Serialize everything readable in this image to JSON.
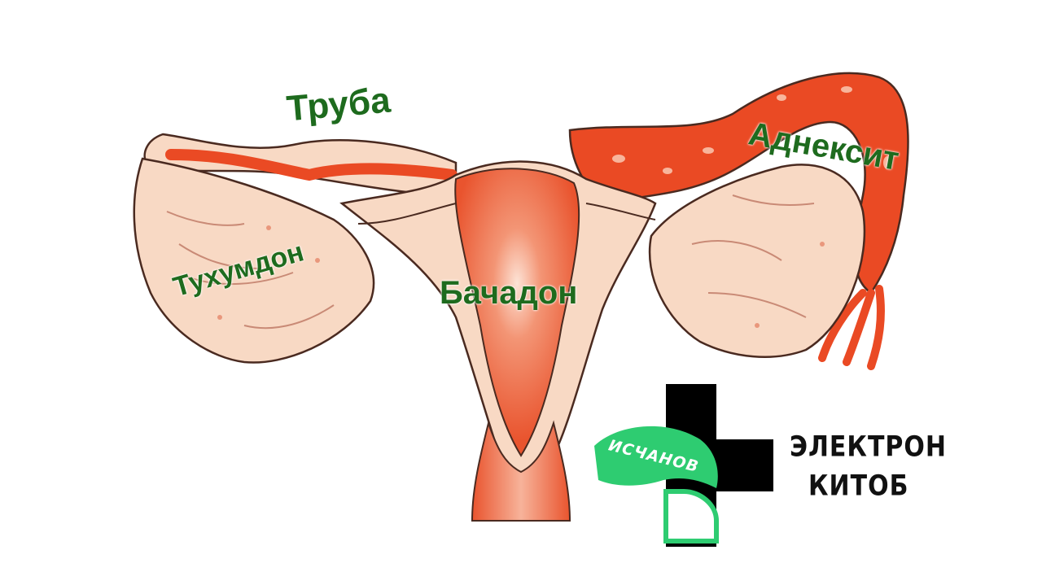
{
  "labels": {
    "tube": "Труба",
    "adnexitis": "Аднексит",
    "ovary": "Тухумдон",
    "uterus": "Бачадон"
  },
  "logo": {
    "badge_text": "ИСЧАНОВ",
    "brand_line1": "ЭЛЕКТРОН",
    "brand_line2": "КИТОБ",
    "colors": {
      "cross": "#000000",
      "leaf": "#2ecc71"
    }
  },
  "colors": {
    "tissue": "#f8d9c4",
    "inflamed": "#ea4a24",
    "outline": "#4a2a20",
    "label": "#1e6b1e"
  }
}
